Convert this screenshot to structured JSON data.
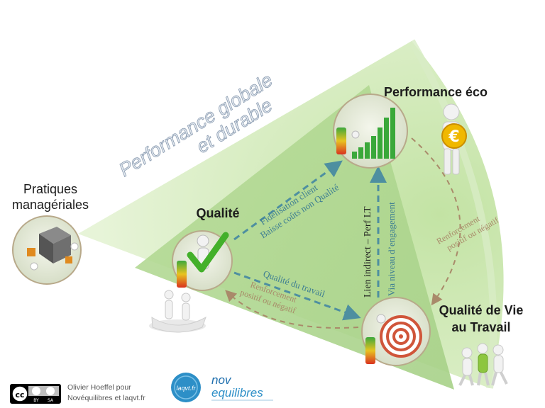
{
  "title_line1": "Performance globale",
  "title_line2": "et durable",
  "nodes": {
    "pratiques_line1": "Pratiques",
    "pratiques_line2": "managériales",
    "qualite": "Qualité",
    "performance": "Performance éco",
    "qvt_line1": "Qualité de Vie",
    "qvt_line2": "au Travail"
  },
  "links": {
    "fidelisation_line1": "Fidélisation client",
    "fidelisation_line2": "Baisse coûts non Qualité",
    "qualite_travail": "Qualité du travail",
    "renforcement_bottom_line1": "Renforcement",
    "renforcement_bottom_line2": "positif ou négatif",
    "lien_indirect": "Lien indirect – Perf LT",
    "via_engagement": "Via niveau d’engagement",
    "renforcement_right_line1": "Renforcement",
    "renforcement_right_line2": "positif ou négatif"
  },
  "credits": {
    "line1": "Olivier Hoeffel pour",
    "line2": "Novéquilibres et laqvt.fr",
    "cc_main": "cc",
    "cc_by": "BY",
    "cc_sa": "SA"
  },
  "logos": {
    "laqvt": "laqvt.fr",
    "nov_line1": "nov",
    "nov_line2": "equilibres"
  },
  "colors": {
    "cone": "#cfe9b6",
    "triangle": "#b7dc98",
    "dashed_blue": "#4e8fa0",
    "dashed_brown": "#a98a6a",
    "euro": "#f0b800",
    "bars": "#3aa83a"
  }
}
